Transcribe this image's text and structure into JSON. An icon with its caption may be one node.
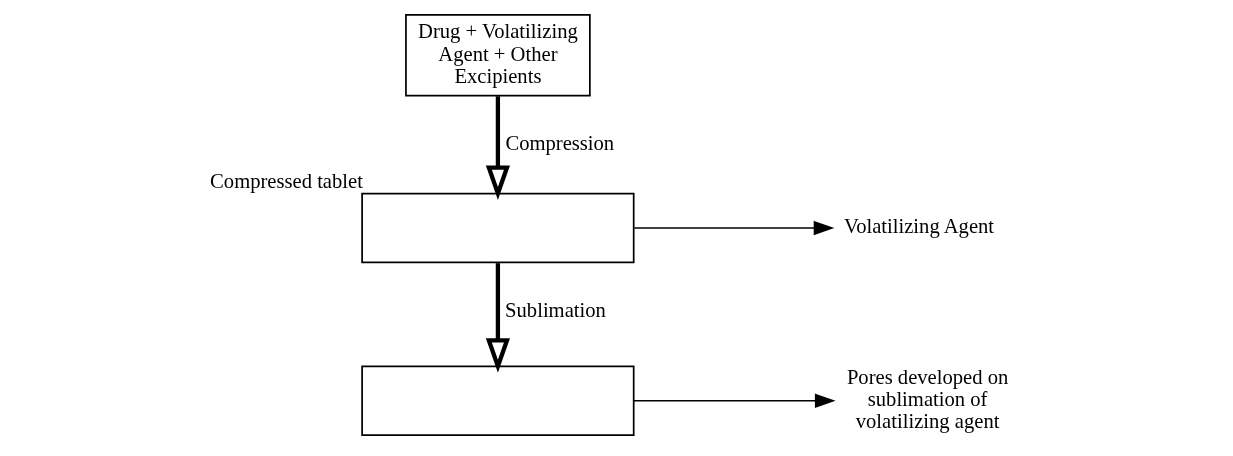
{
  "diagram": {
    "nodes": [
      {
        "text": [
          "Drug + Volatilizing Agent + Other Excipients"
        ]
      },
      {
        "text": [],
        "shape": "box",
        "beside": [
          "Compressed tablet"
        ]
      },
      {
        "text": [
          "Volatilizing Agent"
        ]
      },
      {
        "text": [],
        "shape": "box"
      },
      {
        "text": [
          "Pores developed on sublimation of volatilizing agent"
        ]
      }
    ],
    "edges": [
      {
        "from": 0,
        "to": 1,
        "arrow": "to",
        "label": "Compression",
        "style": "thick"
      },
      {
        "from": 1,
        "to": 2,
        "arrow": "to"
      },
      {
        "from": 1,
        "to": 3,
        "arrow": "to",
        "label": "Sublimation",
        "style": "thick"
      },
      {
        "from": 3,
        "to": 4,
        "arrow": "to"
      }
    ]
  }
}
